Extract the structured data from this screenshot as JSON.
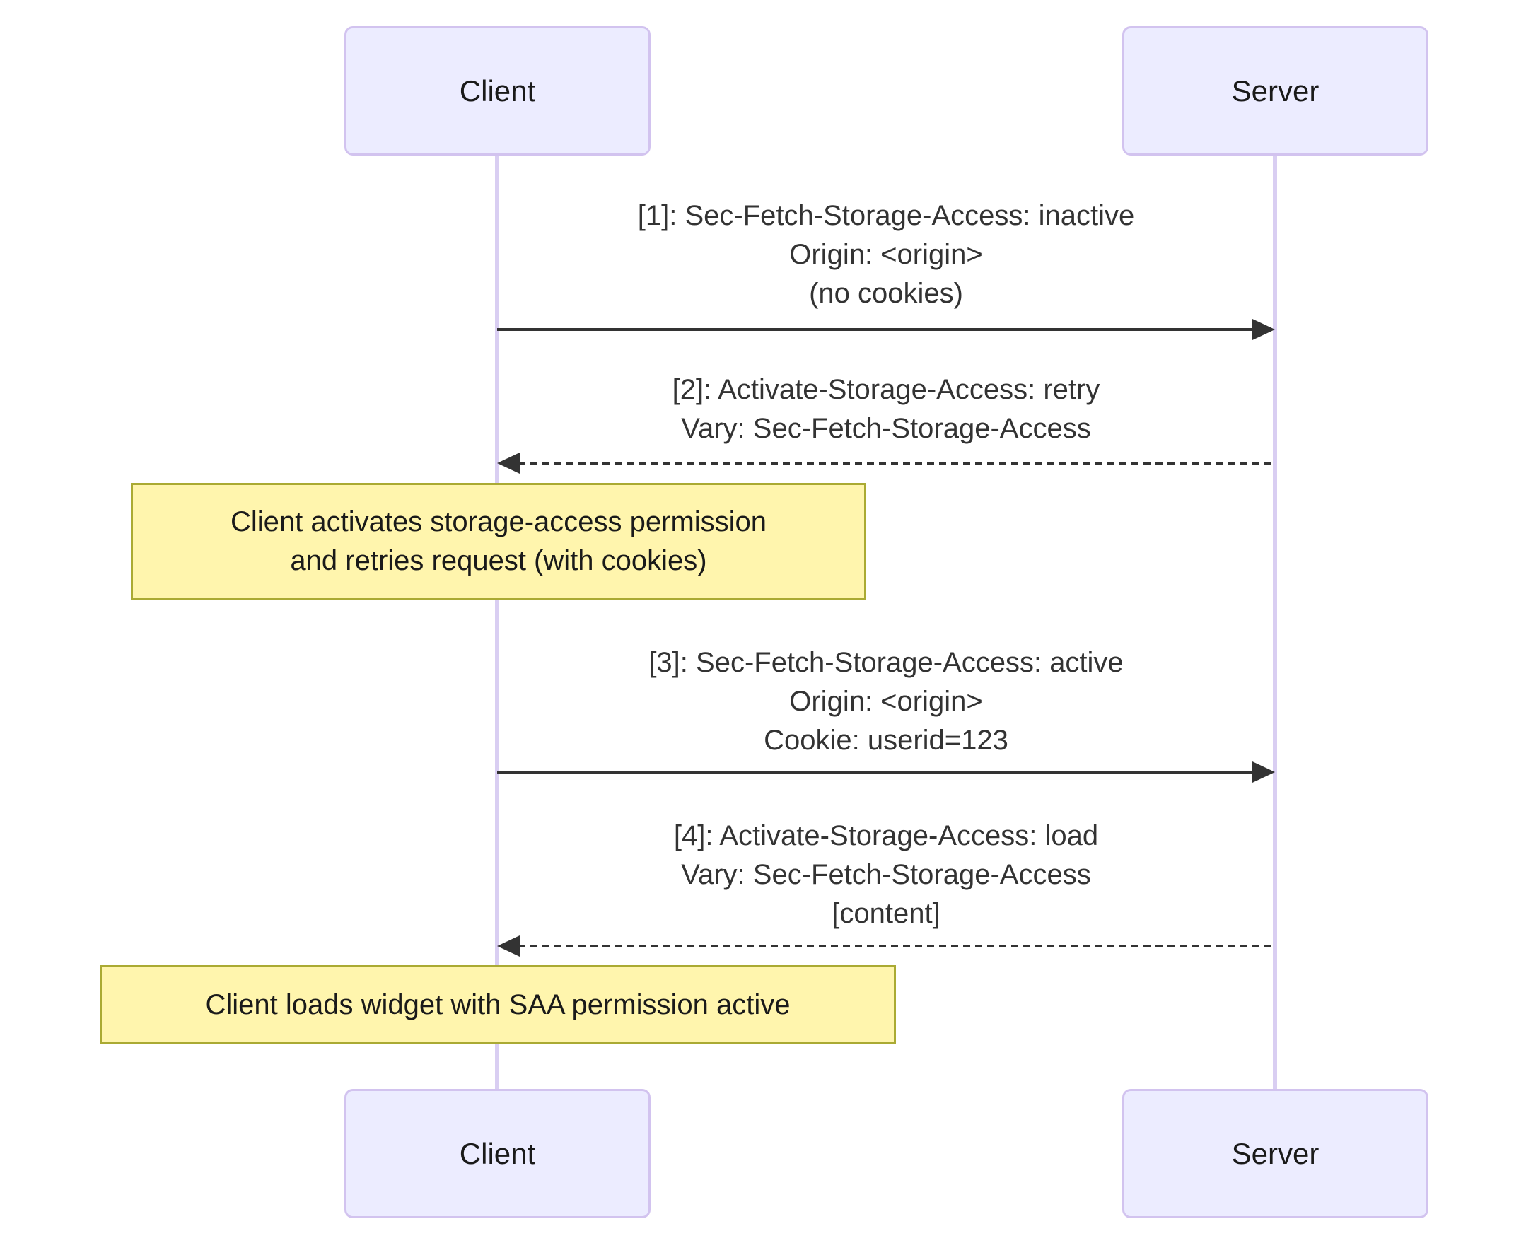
{
  "diagram": {
    "type": "sequence-diagram",
    "actors": [
      {
        "name": "Client"
      },
      {
        "name": "Server"
      }
    ],
    "messages": [
      {
        "from": "Client",
        "to": "Server",
        "line_style": "solid",
        "lines": [
          "[1]: Sec-Fetch-Storage-Access: inactive",
          "Origin: <origin>",
          "(no cookies)"
        ]
      },
      {
        "from": "Server",
        "to": "Client",
        "line_style": "dashed",
        "lines": [
          "[2]: Activate-Storage-Access: retry",
          "Vary: Sec-Fetch-Storage-Access"
        ]
      },
      {
        "from": "Client",
        "to": "Server",
        "line_style": "solid",
        "lines": [
          "[3]: Sec-Fetch-Storage-Access: active",
          "Origin: <origin>",
          "Cookie: userid=123"
        ]
      },
      {
        "from": "Server",
        "to": "Client",
        "line_style": "dashed",
        "lines": [
          "[4]: Activate-Storage-Access: load",
          "Vary: Sec-Fetch-Storage-Access",
          "[content]"
        ]
      }
    ],
    "notes": [
      {
        "lines": [
          "Client activates storage-access permission",
          "and retries request (with cookies)"
        ]
      },
      {
        "lines": [
          "Client loads widget with SAA permission active"
        ]
      }
    ],
    "colors": {
      "background": "#FFFFFF",
      "actor_fill": "#ECECFF",
      "actor_border": "#D2C3EF",
      "lifeline": "#D9CEF2",
      "note_fill": "#FFF5AD",
      "note_border": "#AAAA33",
      "message_line": "#333333",
      "text": "#333333"
    }
  }
}
